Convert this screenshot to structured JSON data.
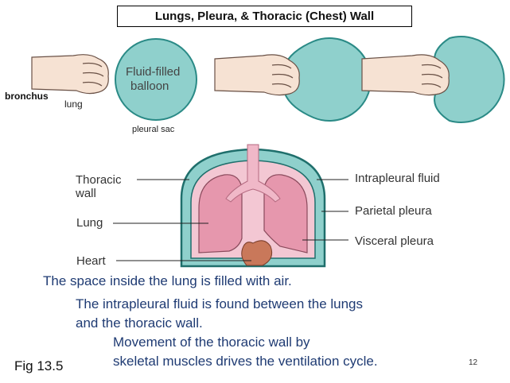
{
  "title": "Lungs, Pleura, & Thoracic (Chest) Wall",
  "top_labels": {
    "bronchus": "bronchus",
    "lung": "lung",
    "balloon": [
      "Fluid-filled",
      "balloon"
    ],
    "pleural_sac": "pleural sac"
  },
  "diagram_labels": {
    "thoracic_wall": [
      "Thoracic",
      "wall"
    ],
    "lung": "Lung",
    "heart": "Heart",
    "intrapleural_fluid": "Intrapleural fluid",
    "parietal_pleura": "Parietal pleura",
    "visceral_pleura": "Visceral pleura"
  },
  "captions": {
    "line1": "The space inside the lung is filled with air.",
    "line2": "The intrapleural fluid is found between the lungs",
    "line3": "and the thoracic wall.",
    "line4": "Movement of the thoracic wall by",
    "line5": "skeletal muscles drives the ventilation cycle."
  },
  "fig_label": "Fig 13.5",
  "page_number": "12",
  "colors": {
    "teal": "#8fd0cc",
    "teal_dark": "#1f6f6c",
    "pink": "#f0b8c8",
    "lung_pink": "#e697ad",
    "heart": "#c9785a",
    "skin": "#f6e2d3",
    "caption_blue": "#1f3b73"
  },
  "icons": [
    "fist-icon",
    "balloon-icon"
  ]
}
